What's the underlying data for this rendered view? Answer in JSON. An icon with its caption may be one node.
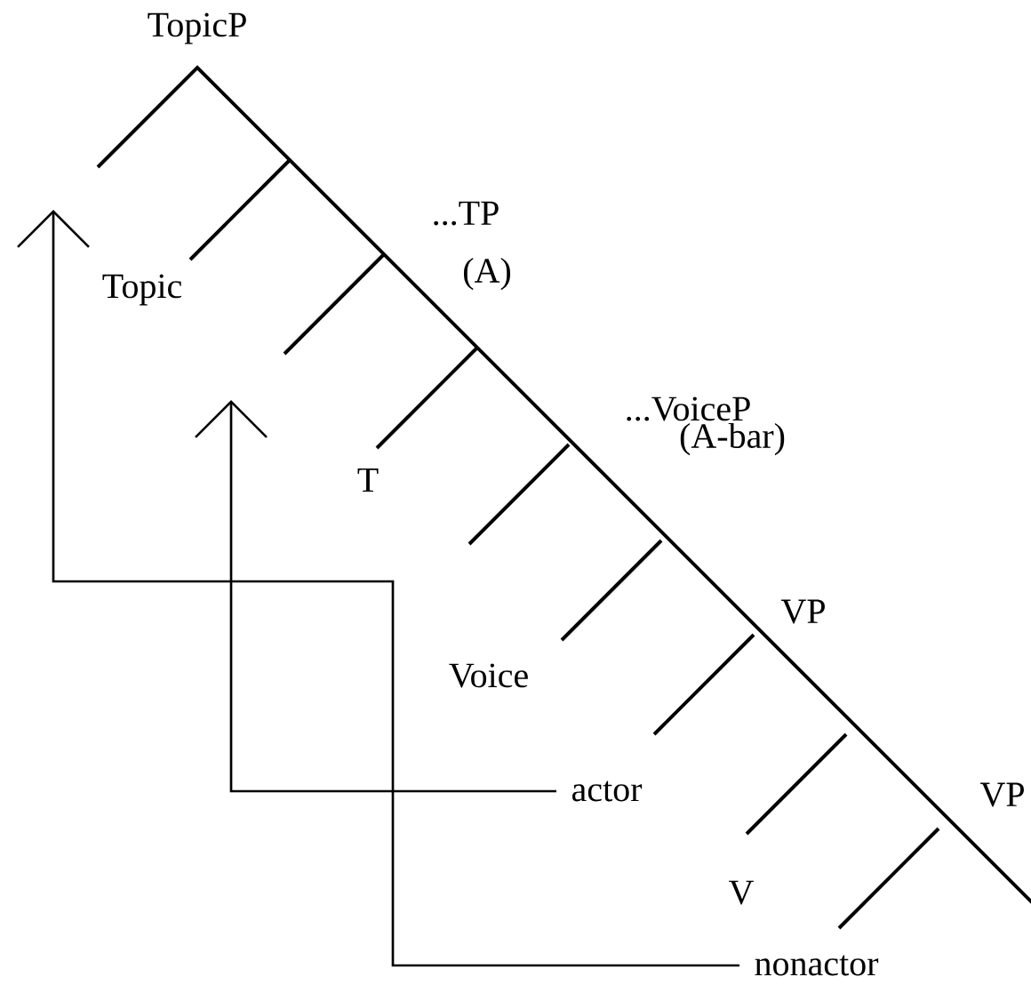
{
  "diagram": {
    "nodes": [
      {
        "text": [
          "actor"
        ]
      },
      {
        "text": [
          "nonactor"
        ]
      }
    ],
    "edges": [
      {
        "from": 0,
        "to": null,
        "arrow": "to"
      },
      {
        "from": 1,
        "to": null,
        "arrow": "to"
      }
    ],
    "labels": [
      "TopicP",
      "Topic",
      "...TP",
      "(A)",
      "T",
      "...VoiceP",
      "(A-bar)",
      "Voice",
      "VP",
      "VP",
      "V"
    ]
  }
}
